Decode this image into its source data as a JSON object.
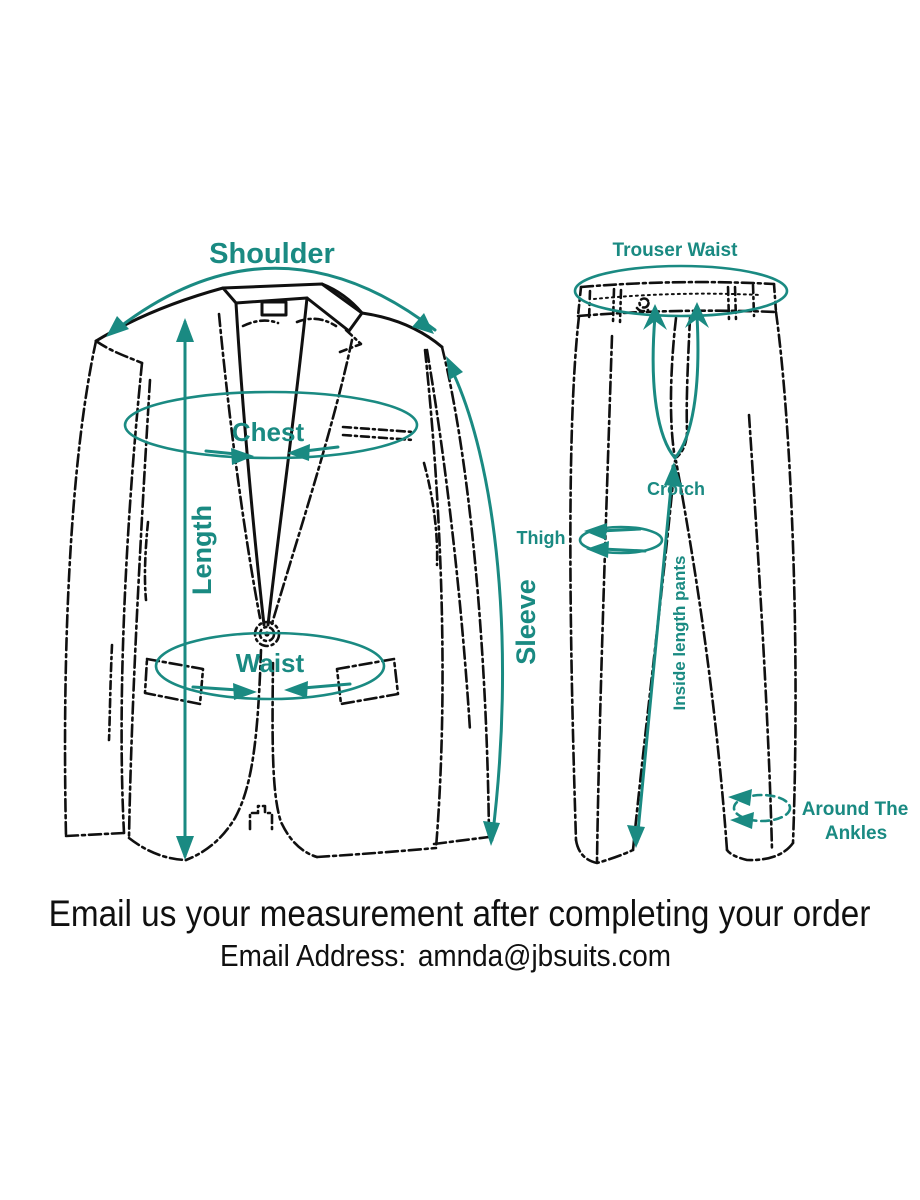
{
  "colors": {
    "accent_teal": "#1a8a82",
    "ink": "#101010",
    "background": "#ffffff"
  },
  "jacket": {
    "shoulder_label": "Shoulder",
    "chest_label": "Chest",
    "length_label": "Length",
    "waist_label": "Waist",
    "sleeve_label": "Sleeve"
  },
  "trousers": {
    "waist_label": "Trouser Waist",
    "crotch_label": "Crotch",
    "thigh_label": "Thigh",
    "inside_length_label": "Inside length pants",
    "ankles_label_line1": "Around The",
    "ankles_label_line2": "Ankles"
  },
  "footer": {
    "line1": "Email us your measurement after completing your order",
    "email_label": "Email Address:",
    "email_address": "amnda@jbsuits.com"
  }
}
